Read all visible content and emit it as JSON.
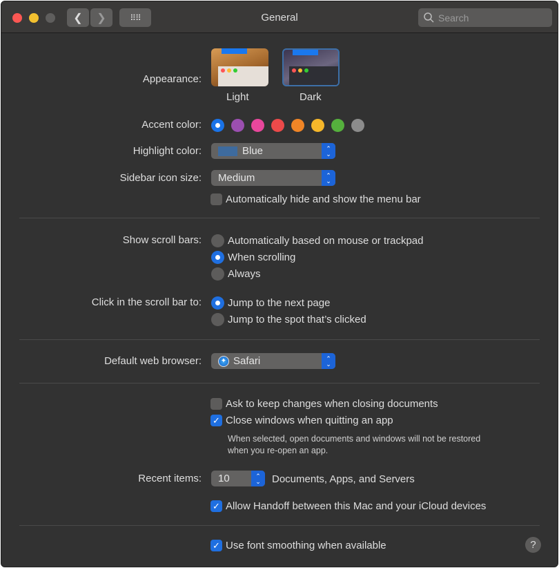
{
  "window": {
    "title": "General",
    "search_placeholder": "Search"
  },
  "appearance": {
    "label": "Appearance:",
    "options": [
      {
        "label": "Light",
        "selected": false
      },
      {
        "label": "Dark",
        "selected": true
      }
    ]
  },
  "accent": {
    "label": "Accent color:",
    "colors": [
      "#1a73e8",
      "#9b4fb0",
      "#e8479c",
      "#ec4a4a",
      "#f08526",
      "#f6b72a",
      "#55b03d",
      "#8c8c8c"
    ],
    "selected_index": 0
  },
  "highlight": {
    "label": "Highlight color:",
    "value": "Blue",
    "swatch": "#3e6b9e"
  },
  "sidebar_icon": {
    "label": "Sidebar icon size:",
    "value": "Medium"
  },
  "menu_bar": {
    "label": "Automatically hide and show the menu bar",
    "checked": false
  },
  "scroll_bars": {
    "label": "Show scroll bars:",
    "options": [
      {
        "label": "Automatically based on mouse or trackpad",
        "selected": false
      },
      {
        "label": "When scrolling",
        "selected": true
      },
      {
        "label": "Always",
        "selected": false
      }
    ]
  },
  "click_scroll": {
    "label": "Click in the scroll bar to:",
    "options": [
      {
        "label": "Jump to the next page",
        "selected": true
      },
      {
        "label": "Jump to the spot that’s clicked",
        "selected": false
      }
    ]
  },
  "browser": {
    "label": "Default web browser:",
    "value": "Safari"
  },
  "ask_keep": {
    "label": "Ask to keep changes when closing documents",
    "checked": false
  },
  "close_windows": {
    "label": "Close windows when quitting an app",
    "checked": true,
    "note_line1": "When selected, open documents and windows will not be restored",
    "note_line2": "when you re-open an app."
  },
  "recent": {
    "label": "Recent items:",
    "value": "10",
    "suffix": "Documents, Apps, and Servers"
  },
  "handoff": {
    "label": "Allow Handoff between this Mac and your iCloud devices",
    "checked": true
  },
  "smoothing": {
    "label": "Use font smoothing when available",
    "checked": true
  },
  "help": {
    "label": "?"
  }
}
